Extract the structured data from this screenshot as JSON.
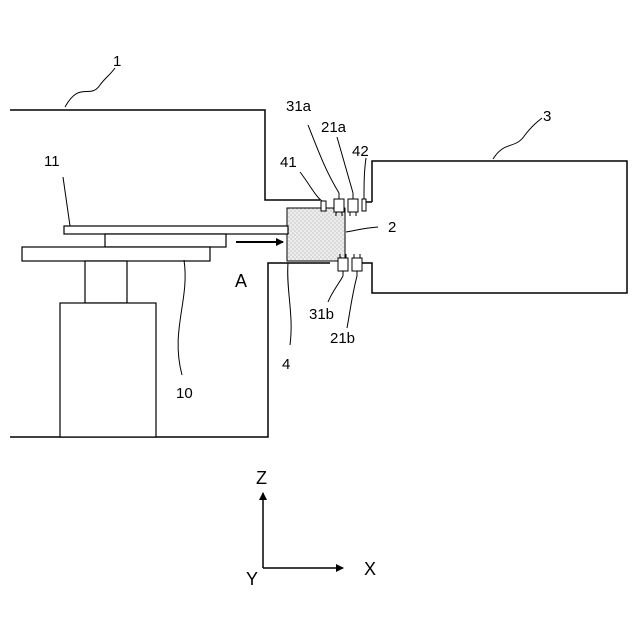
{
  "labels": {
    "chamber_1": "1",
    "chamber_3": "3",
    "gate_2": "2",
    "port_4": "4",
    "arm_11": "11",
    "stage_10": "10",
    "direction_a": "A",
    "sensor_31a": "31a",
    "sensor_21a": "21a",
    "sensor_41": "41",
    "sensor_42": "42",
    "sensor_31b": "31b",
    "sensor_21b": "21b"
  },
  "axes": {
    "z": "Z",
    "x": "X",
    "y": "Y"
  },
  "colors": {
    "line": "#000000",
    "gate_fill": "#eeeeee",
    "gate_dots": "#888888"
  }
}
